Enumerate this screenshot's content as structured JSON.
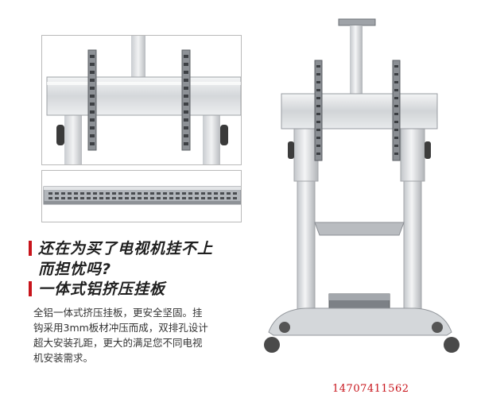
{
  "headings": {
    "line1": "还在为买了电视机挂不上",
    "line2": "而担忧吗?",
    "line3": "一体式铝挤压挂板"
  },
  "description": {
    "lines": [
      "全铝一体式挤压挂板，更安全坚固。挂",
      "钩采用3mm板材冲压而成，双排孔设计",
      "超大安装孔距，更大的满足您不同电视",
      "机安装需求。"
    ]
  },
  "contact": {
    "phone": "14707411562"
  },
  "colors": {
    "accent": "#c8141b",
    "metal": "#d9dbde",
    "background": "#ffffff"
  }
}
